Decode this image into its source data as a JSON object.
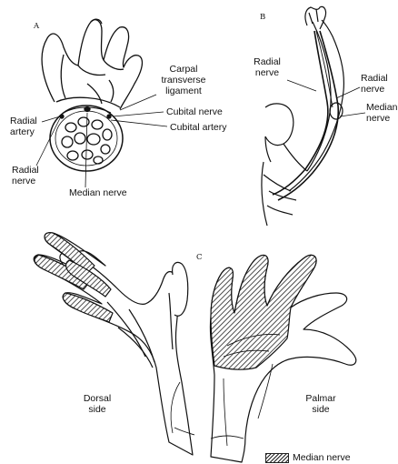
{
  "panels": {
    "a": {
      "letter": "A",
      "labels": {
        "carpal_ligament": [
          "Carpal",
          "transverse",
          "ligament"
        ],
        "cubital_nerve": "Cubital nerve",
        "cubital_artery": "Cubital artery",
        "radial_artery": [
          "Radial",
          "artery"
        ],
        "radial_nerve": [
          "Radial",
          "nerve"
        ],
        "median_nerve": "Median nerve"
      }
    },
    "b": {
      "letter": "B",
      "labels": {
        "radial_nerve_left": [
          "Radial",
          "nerve"
        ],
        "radial_nerve_right": [
          "Radial",
          "nerve"
        ],
        "median_nerve": [
          "Median",
          "nerve"
        ]
      }
    },
    "c": {
      "letter": "C",
      "labels": {
        "dorsal": [
          "Dorsal",
          "side"
        ],
        "palmar": [
          "Palmar",
          "side"
        ]
      },
      "legend": "Median nerve"
    }
  },
  "colors": {
    "ink": "#111111",
    "hatch": "#222222",
    "background": "#ffffff"
  }
}
